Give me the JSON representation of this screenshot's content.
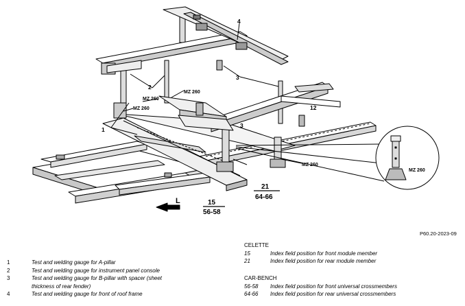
{
  "callouts": [
    "1",
    "2",
    "3",
    "4"
  ],
  "gauge_label": "MZ 260",
  "direction_label": "L",
  "inline_numbers": {
    "front_marker": "3",
    "rear_marker": "12"
  },
  "front_fraction": {
    "top": "15",
    "bottom": "56-58"
  },
  "rear_fraction": {
    "top": "21",
    "bottom": "64-66"
  },
  "reference": "P60.20-2023-09",
  "legend": [
    {
      "num": "1",
      "text": "Test and welding gauge for A-pillar"
    },
    {
      "num": "2",
      "text": "Test and welding gauge for instrument panel console"
    },
    {
      "num": "3",
      "text": "Test and welding gauge for B-pillar with spacer (sheet"
    },
    {
      "num": "",
      "text": "thickness of rear fender)"
    },
    {
      "num": "4",
      "text": "Test and welding gauge for front of roof frame"
    }
  ],
  "celette": {
    "heading": "CELETTE",
    "items": [
      {
        "num": "15",
        "text": "Index field position for front module member"
      },
      {
        "num": "21",
        "text": "Index field position for rear module member"
      }
    ]
  },
  "car_bench": {
    "heading": "CAR-BENCH",
    "items": [
      {
        "num": "56-58",
        "text": "Index field position for front universal crossmembers"
      },
      {
        "num": "64-66",
        "text": "Index field position for rear universal crossmembers"
      }
    ]
  }
}
